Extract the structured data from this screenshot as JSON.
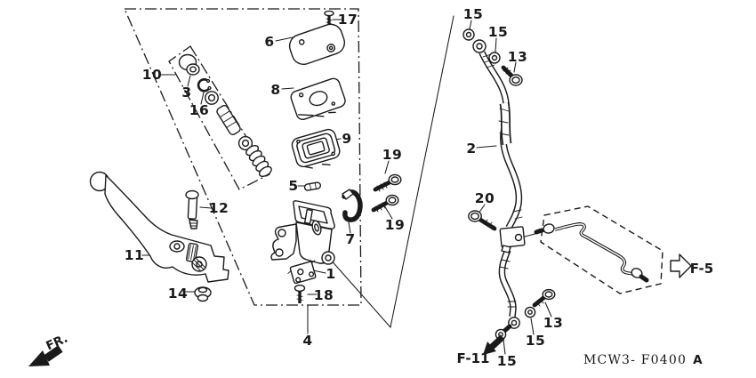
{
  "colors": {
    "ink": "#1a1a1a",
    "paper": "#ffffff"
  },
  "diagram": {
    "code": "MCW3- F0400",
    "revision": "A",
    "front_marker": "FR.",
    "part_labels": [
      {
        "text": "17"
      },
      {
        "text": "6"
      },
      {
        "text": "10"
      },
      {
        "text": "3"
      },
      {
        "text": "16"
      },
      {
        "text": "8"
      },
      {
        "text": "9"
      },
      {
        "text": "5"
      },
      {
        "text": "12"
      },
      {
        "text": "19"
      },
      {
        "text": "19"
      },
      {
        "text": "11"
      },
      {
        "text": "7"
      },
      {
        "text": "1"
      },
      {
        "text": "14"
      },
      {
        "text": "18"
      },
      {
        "text": "4"
      },
      {
        "text": "15"
      },
      {
        "text": "15"
      },
      {
        "text": "13"
      },
      {
        "text": "2"
      },
      {
        "text": "20"
      },
      {
        "text": "13"
      },
      {
        "text": "15"
      },
      {
        "text": "15"
      }
    ],
    "references": [
      {
        "label": "F-5"
      },
      {
        "label": "F-11"
      }
    ]
  }
}
